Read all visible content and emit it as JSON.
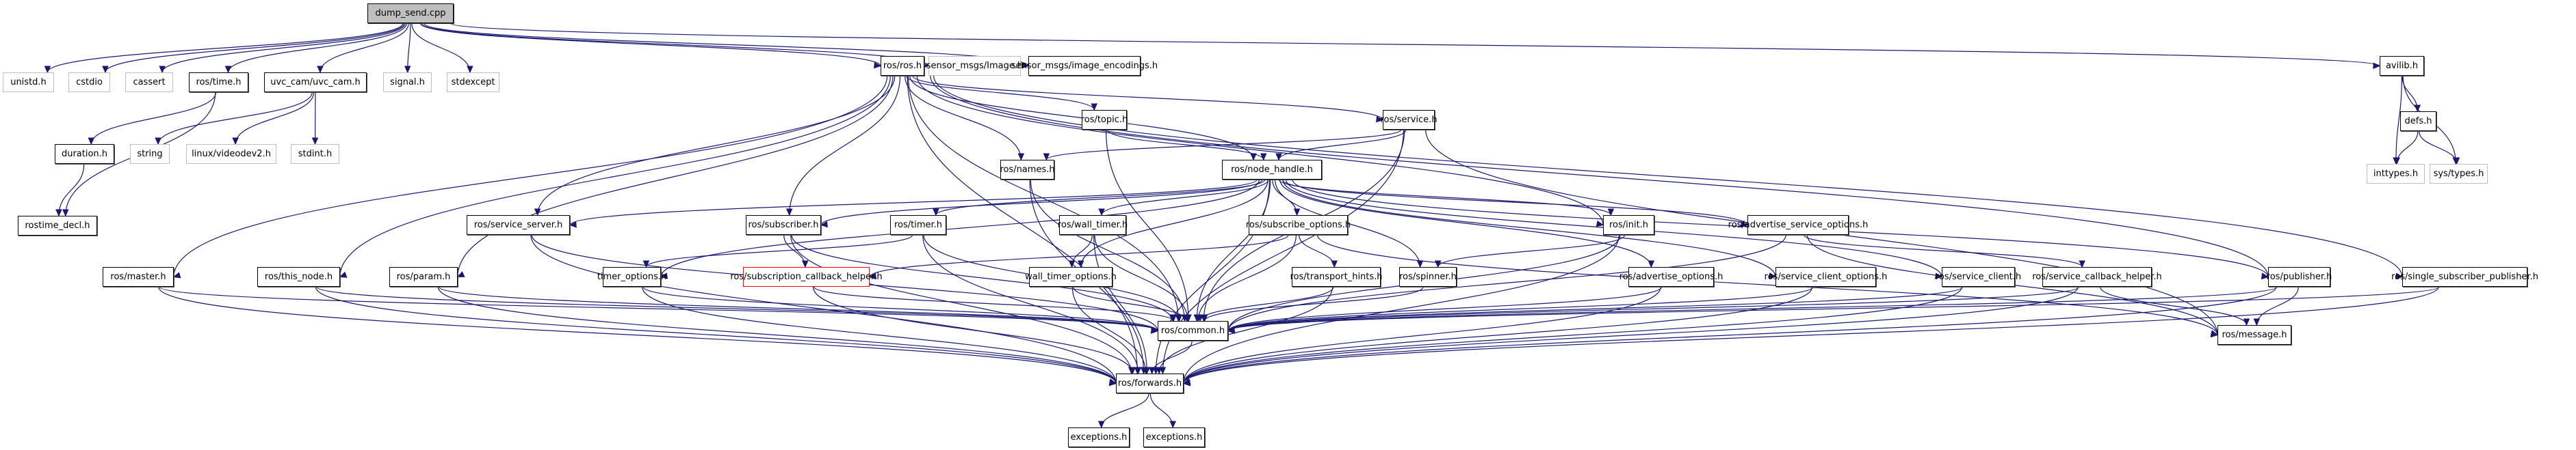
{
  "graph": {
    "title": "dump_send.cpp include dependency graph",
    "edge_color": "#191970",
    "nodes": [
      {
        "id": "dump_send",
        "label": "dump_send.cpp",
        "kind": "root"
      },
      {
        "id": "unistd",
        "label": "unistd.h",
        "kind": "ext"
      },
      {
        "id": "cstdio",
        "label": "cstdio",
        "kind": "ext"
      },
      {
        "id": "cassert",
        "label": "cassert",
        "kind": "ext"
      },
      {
        "id": "ros_time",
        "label": "ros/time.h",
        "kind": "doc"
      },
      {
        "id": "uvc_cam",
        "label": "uvc_cam/uvc_cam.h",
        "kind": "doc"
      },
      {
        "id": "signal",
        "label": "signal.h",
        "kind": "ext"
      },
      {
        "id": "stdexcept",
        "label": "stdexcept",
        "kind": "ext"
      },
      {
        "id": "ros_ros",
        "label": "ros/ros.h",
        "kind": "doc"
      },
      {
        "id": "sensor_image",
        "label": "sensor_msgs/Image.h",
        "kind": "ext"
      },
      {
        "id": "sensor_enc",
        "label": "sensor_msgs/image_encodings.h",
        "kind": "doc"
      },
      {
        "id": "avilib",
        "label": "avilib.h",
        "kind": "doc"
      },
      {
        "id": "duration",
        "label": "duration.h",
        "kind": "doc"
      },
      {
        "id": "string",
        "label": "string",
        "kind": "ext"
      },
      {
        "id": "videodev2",
        "label": "linux/videodev2.h",
        "kind": "ext"
      },
      {
        "id": "stdint",
        "label": "stdint.h",
        "kind": "ext"
      },
      {
        "id": "rostime_decl",
        "label": "rostime_decl.h",
        "kind": "doc"
      },
      {
        "id": "defs",
        "label": "defs.h",
        "kind": "doc"
      },
      {
        "id": "inttypes",
        "label": "inttypes.h",
        "kind": "ext"
      },
      {
        "id": "systypes",
        "label": "sys/types.h",
        "kind": "ext"
      },
      {
        "id": "ros_topic",
        "label": "ros/topic.h",
        "kind": "doc"
      },
      {
        "id": "ros_service",
        "label": "ros/service.h",
        "kind": "doc"
      },
      {
        "id": "ros_names",
        "label": "ros/names.h",
        "kind": "doc"
      },
      {
        "id": "node_handle",
        "label": "ros/node_handle.h",
        "kind": "doc"
      },
      {
        "id": "service_server",
        "label": "ros/service_server.h",
        "kind": "doc"
      },
      {
        "id": "subscriber",
        "label": "ros/subscriber.h",
        "kind": "doc"
      },
      {
        "id": "timer",
        "label": "ros/timer.h",
        "kind": "doc"
      },
      {
        "id": "wall_timer",
        "label": "ros/wall_timer.h",
        "kind": "doc"
      },
      {
        "id": "subscribe_options",
        "label": "ros/subscribe_options.h",
        "kind": "doc"
      },
      {
        "id": "init",
        "label": "ros/init.h",
        "kind": "doc"
      },
      {
        "id": "adv_srv_opts",
        "label": "ros/advertise_service_options.h",
        "kind": "doc"
      },
      {
        "id": "master",
        "label": "ros/master.h",
        "kind": "doc"
      },
      {
        "id": "this_node",
        "label": "ros/this_node.h",
        "kind": "doc"
      },
      {
        "id": "param",
        "label": "ros/param.h",
        "kind": "doc"
      },
      {
        "id": "timer_options",
        "label": "timer_options.h",
        "kind": "doc"
      },
      {
        "id": "sub_cb_helper",
        "label": "ros/subscription_callback_helper.h",
        "kind": "red"
      },
      {
        "id": "wall_timer_options",
        "label": "wall_timer_options.h",
        "kind": "doc"
      },
      {
        "id": "transport_hints",
        "label": "ros/transport_hints.h",
        "kind": "doc"
      },
      {
        "id": "spinner",
        "label": "ros/spinner.h",
        "kind": "doc"
      },
      {
        "id": "advertise_options",
        "label": "ros/advertise_options.h",
        "kind": "doc"
      },
      {
        "id": "srv_client_opts",
        "label": "ros/service_client_options.h",
        "kind": "doc"
      },
      {
        "id": "srv_client",
        "label": "ros/service_client.h",
        "kind": "doc"
      },
      {
        "id": "srv_cb_helper",
        "label": "ros/service_callback_helper.h",
        "kind": "doc"
      },
      {
        "id": "publisher",
        "label": "ros/publisher.h",
        "kind": "doc"
      },
      {
        "id": "single_sub_pub",
        "label": "ros/single_subscriber_publisher.h",
        "kind": "doc"
      },
      {
        "id": "common",
        "label": "ros/common.h",
        "kind": "doc"
      },
      {
        "id": "message",
        "label": "ros/message.h",
        "kind": "doc"
      },
      {
        "id": "forwards",
        "label": "ros/forwards.h",
        "kind": "doc"
      },
      {
        "id": "exceptions1",
        "label": "exceptions.h",
        "kind": "doc"
      },
      {
        "id": "exceptions2",
        "label": "exceptions.h",
        "kind": "doc"
      }
    ],
    "edges": [
      [
        "dump_send",
        "unistd"
      ],
      [
        "dump_send",
        "cstdio"
      ],
      [
        "dump_send",
        "cassert"
      ],
      [
        "dump_send",
        "ros_time"
      ],
      [
        "dump_send",
        "uvc_cam"
      ],
      [
        "dump_send",
        "signal"
      ],
      [
        "dump_send",
        "stdexcept"
      ],
      [
        "dump_send",
        "ros_ros"
      ],
      [
        "dump_send",
        "sensor_image"
      ],
      [
        "dump_send",
        "sensor_enc"
      ],
      [
        "dump_send",
        "avilib"
      ],
      [
        "ros_time",
        "duration"
      ],
      [
        "ros_time",
        "rostime_decl"
      ],
      [
        "duration",
        "rostime_decl"
      ],
      [
        "uvc_cam",
        "string"
      ],
      [
        "uvc_cam",
        "videodev2"
      ],
      [
        "uvc_cam",
        "stdint"
      ],
      [
        "avilib",
        "defs"
      ],
      [
        "avilib",
        "inttypes"
      ],
      [
        "avilib",
        "systypes"
      ],
      [
        "defs",
        "inttypes"
      ],
      [
        "defs",
        "systypes"
      ],
      [
        "ros_ros",
        "ros_topic"
      ],
      [
        "ros_ros",
        "ros_service"
      ],
      [
        "ros_ros",
        "ros_names"
      ],
      [
        "ros_ros",
        "node_handle"
      ],
      [
        "ros_ros",
        "service_server"
      ],
      [
        "ros_ros",
        "subscriber"
      ],
      [
        "ros_ros",
        "init"
      ],
      [
        "ros_ros",
        "master"
      ],
      [
        "ros_ros",
        "this_node"
      ],
      [
        "ros_ros",
        "param"
      ],
      [
        "ros_ros",
        "publisher"
      ],
      [
        "ros_ros",
        "single_sub_pub"
      ],
      [
        "ros_ros",
        "common"
      ],
      [
        "ros_ros",
        "forwards"
      ],
      [
        "ros_topic",
        "node_handle"
      ],
      [
        "ros_topic",
        "common"
      ],
      [
        "ros_service",
        "node_handle"
      ],
      [
        "ros_service",
        "ros_names"
      ],
      [
        "ros_service",
        "common"
      ],
      [
        "ros_service",
        "forwards"
      ],
      [
        "ros_service",
        "message"
      ],
      [
        "ros_names",
        "common"
      ],
      [
        "ros_names",
        "forwards"
      ],
      [
        "node_handle",
        "service_server"
      ],
      [
        "node_handle",
        "subscriber"
      ],
      [
        "node_handle",
        "timer"
      ],
      [
        "node_handle",
        "wall_timer"
      ],
      [
        "node_handle",
        "subscribe_options"
      ],
      [
        "node_handle",
        "init"
      ],
      [
        "node_handle",
        "adv_srv_opts"
      ],
      [
        "node_handle",
        "timer_options"
      ],
      [
        "node_handle",
        "wall_timer_options"
      ],
      [
        "node_handle",
        "spinner"
      ],
      [
        "node_handle",
        "advertise_options"
      ],
      [
        "node_handle",
        "srv_client_opts"
      ],
      [
        "node_handle",
        "srv_client"
      ],
      [
        "node_handle",
        "publisher"
      ],
      [
        "node_handle",
        "common"
      ],
      [
        "node_handle",
        "forwards"
      ],
      [
        "service_server",
        "common"
      ],
      [
        "service_server",
        "forwards"
      ],
      [
        "subscriber",
        "sub_cb_helper"
      ],
      [
        "subscriber",
        "common"
      ],
      [
        "subscriber",
        "forwards"
      ],
      [
        "timer",
        "timer_options"
      ],
      [
        "timer",
        "common"
      ],
      [
        "timer",
        "forwards"
      ],
      [
        "wall_timer",
        "wall_timer_options"
      ],
      [
        "wall_timer",
        "common"
      ],
      [
        "wall_timer",
        "forwards"
      ],
      [
        "subscribe_options",
        "transport_hints"
      ],
      [
        "subscribe_options",
        "sub_cb_helper"
      ],
      [
        "subscribe_options",
        "common"
      ],
      [
        "subscribe_options",
        "message"
      ],
      [
        "init",
        "spinner"
      ],
      [
        "init",
        "common"
      ],
      [
        "init",
        "forwards"
      ],
      [
        "adv_srv_opts",
        "srv_cb_helper"
      ],
      [
        "adv_srv_opts",
        "common"
      ],
      [
        "adv_srv_opts",
        "message"
      ],
      [
        "master",
        "common"
      ],
      [
        "master",
        "forwards"
      ],
      [
        "this_node",
        "common"
      ],
      [
        "this_node",
        "forwards"
      ],
      [
        "param",
        "common"
      ],
      [
        "param",
        "forwards"
      ],
      [
        "timer_options",
        "common"
      ],
      [
        "timer_options",
        "forwards"
      ],
      [
        "sub_cb_helper",
        "common"
      ],
      [
        "sub_cb_helper",
        "forwards"
      ],
      [
        "wall_timer_options",
        "common"
      ],
      [
        "wall_timer_options",
        "forwards"
      ],
      [
        "transport_hints",
        "common"
      ],
      [
        "transport_hints",
        "forwards"
      ],
      [
        "spinner",
        "common"
      ],
      [
        "advertise_options",
        "common"
      ],
      [
        "advertise_options",
        "forwards"
      ],
      [
        "srv_client_opts",
        "common"
      ],
      [
        "srv_client_opts",
        "forwards"
      ],
      [
        "srv_client",
        "common"
      ],
      [
        "srv_client",
        "forwards"
      ],
      [
        "srv_cb_helper",
        "common"
      ],
      [
        "srv_cb_helper",
        "forwards"
      ],
      [
        "srv_cb_helper",
        "message"
      ],
      [
        "publisher",
        "message"
      ],
      [
        "publisher",
        "common"
      ],
      [
        "publisher",
        "forwards"
      ],
      [
        "single_sub_pub",
        "common"
      ],
      [
        "single_sub_pub",
        "forwards"
      ],
      [
        "common",
        "forwards"
      ],
      [
        "forwards",
        "exceptions1"
      ],
      [
        "forwards",
        "exceptions2"
      ]
    ]
  }
}
